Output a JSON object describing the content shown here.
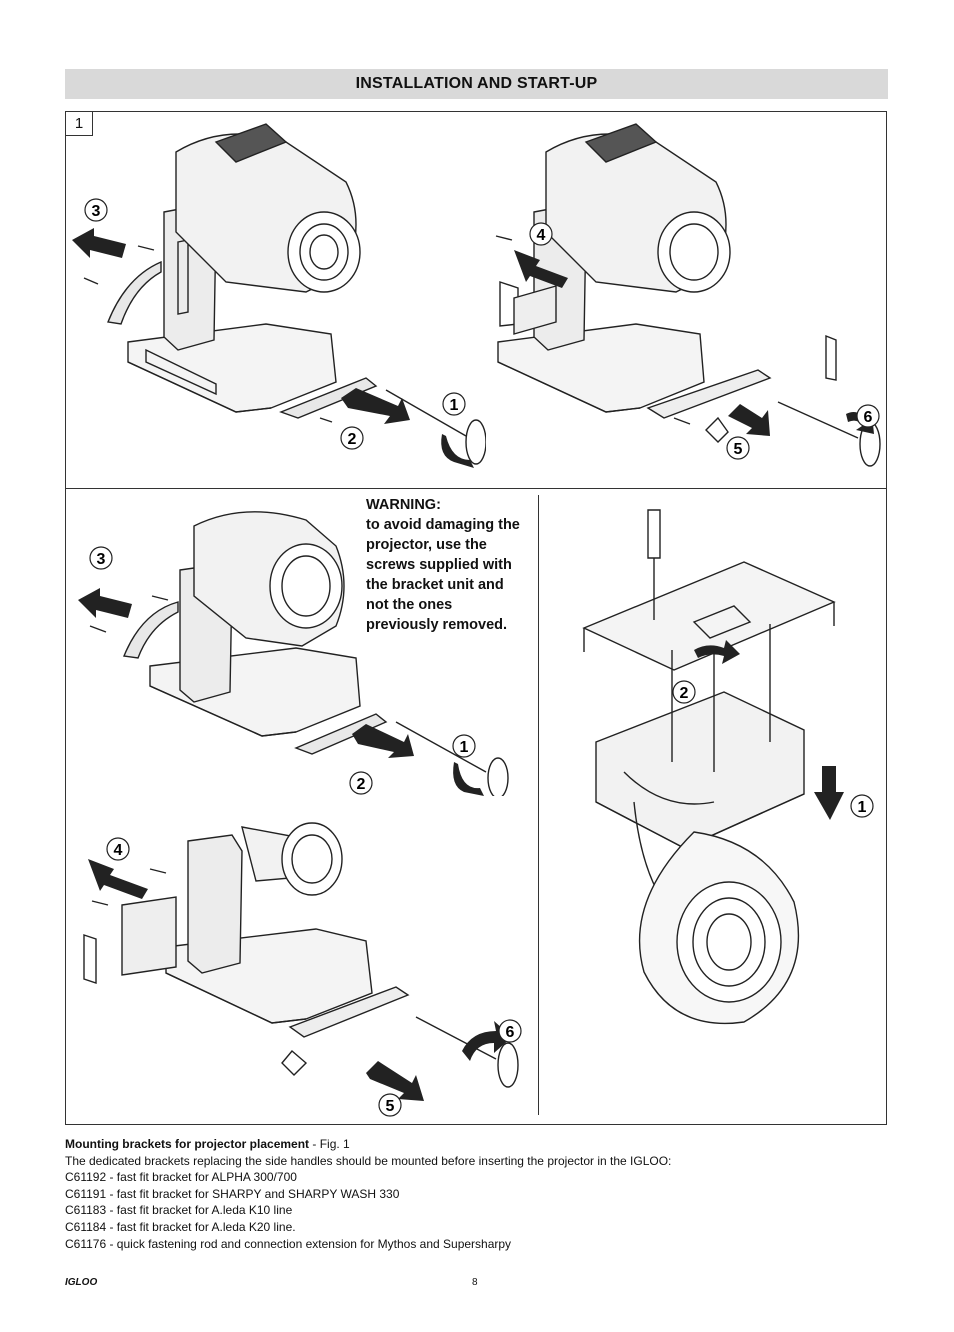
{
  "header": {
    "title": "INSTALLATION AND START-UP"
  },
  "figure": {
    "number": "1",
    "warning": {
      "title": "WARNING:",
      "lines": [
        "to avoid damaging the",
        "projector, use the",
        "screws supplied with",
        "the bracket unit and",
        "not the ones",
        "previously removed."
      ]
    },
    "panels": {
      "top_left": {
        "callouts": [
          "3",
          "1",
          "2"
        ],
        "icon": "projector-handle-removal-icon"
      },
      "top_right": {
        "callouts": [
          "4",
          "6",
          "5"
        ],
        "icon": "projector-bracket-mount-icon"
      },
      "mid_left": {
        "callouts": [
          "3",
          "1",
          "2"
        ],
        "icon": "projector-handle-removal-icon"
      },
      "bottom_left": {
        "callouts": [
          "4",
          "6",
          "5"
        ],
        "icon": "projector-bracket-mount-icon"
      },
      "right": {
        "callouts": [
          "2",
          "1"
        ],
        "icon": "projector-inverted-bracket-icon"
      }
    }
  },
  "caption": {
    "title_bold": "Mounting brackets for projector placement",
    "title_rest": " - Fig. 1",
    "lines": [
      "The dedicated brackets replacing the side handles should be mounted before inserting the projector in the IGLOO:",
      "C61192 - fast fit bracket for ALPHA 300/700",
      "C61191 - fast fit bracket for SHARPY and SHARPY WASH 330",
      "C61183 - fast fit bracket for A.leda K10 line",
      "C61184 - fast fit bracket for A.leda K20 line.",
      "C61176 - quick fastening rod and connection extension for Mythos and Supersharpy"
    ]
  },
  "footer": {
    "brand": "IGLOO",
    "page": "8"
  }
}
